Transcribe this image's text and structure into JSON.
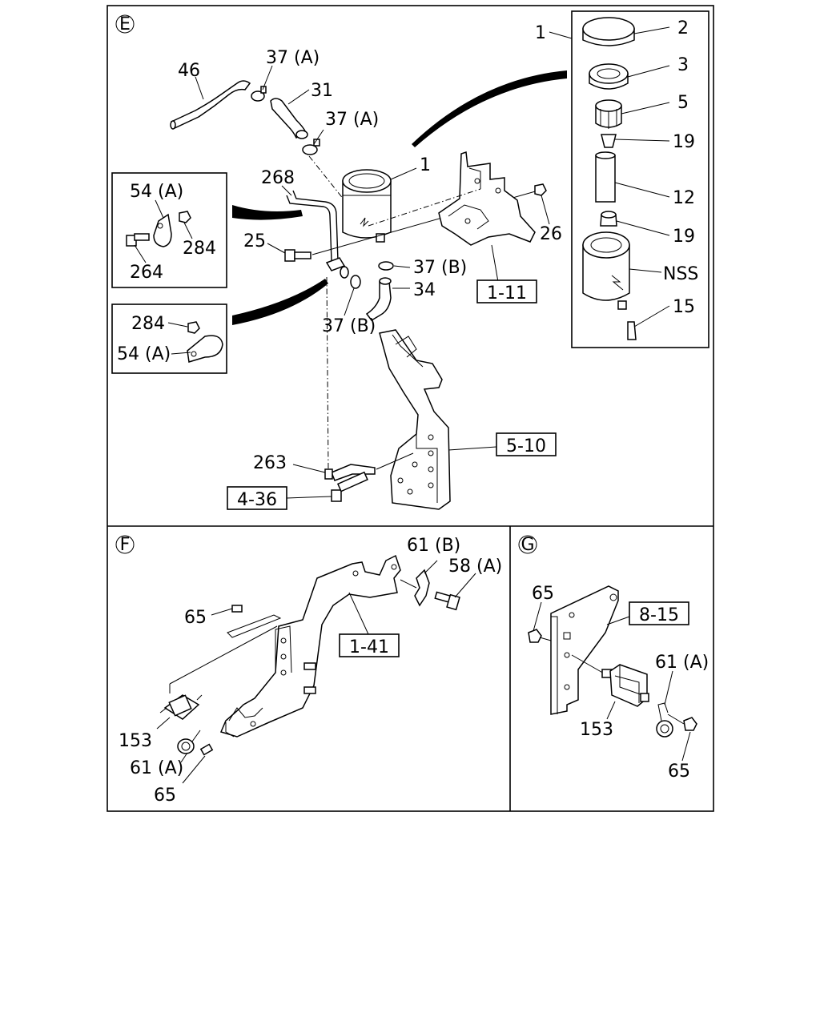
{
  "sections": {
    "E": "E",
    "F": "F",
    "G": "G"
  },
  "labels": {
    "e_46": "46",
    "e_37a_top": "37 (A)",
    "e_31": "31",
    "e_37a_mid": "37 (A)",
    "e_268": "268",
    "e_1_tank": "1",
    "e_25": "25",
    "e_37b_right": "37 (B)",
    "e_34": "34",
    "e_37b_bottom": "37 (B)",
    "e_26": "26",
    "e_263": "263",
    "inset1_54a": "54 (A)",
    "inset1_284": "284",
    "inset1_264": "264",
    "inset2_284": "284",
    "inset2_54a": "54 (A)",
    "exp_1": "1",
    "exp_2": "2",
    "exp_3": "3",
    "exp_5": "5",
    "exp_19_top": "19",
    "exp_12": "12",
    "exp_19_bottom": "19",
    "exp_nss": "NSS",
    "exp_15": "15",
    "f_61b": "61 (B)",
    "f_58a": "58 (A)",
    "f_65_top": "65",
    "f_153": "153",
    "f_61a": "61 (A)",
    "f_65_bottom": "65",
    "g_65_top": "65",
    "g_61a": "61 (A)",
    "g_153": "153",
    "g_65_bottom": "65"
  },
  "refs": {
    "e_1_11": "1-11",
    "e_5_10": "5-10",
    "e_4_36": "4-36",
    "f_1_41": "1-41",
    "g_8_15": "8-15"
  }
}
